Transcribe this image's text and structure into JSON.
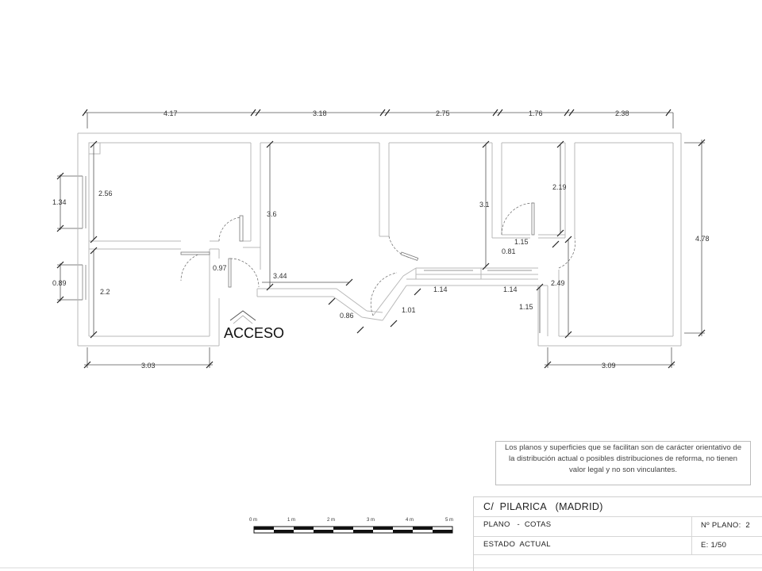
{
  "plan": {
    "dims": {
      "top_1": "4.17",
      "top_2": "3.18",
      "top_3": "2.75",
      "top_4": "1.76",
      "top_5": "2.38",
      "right_height": "4.78",
      "left_upper": "1.34",
      "left_lower": "0.89",
      "bottom_left": "3.03",
      "bottom_right": "3.09",
      "room1_h": "2.56",
      "room2_h": "2.2",
      "door_097": "0.97",
      "room_center_h": "3.6",
      "corridor_w": "3.44",
      "door_086": "0.86",
      "door_101": "1.01",
      "room_3_h": "3.1",
      "corr_114a": "1.14",
      "corr_114b": "1.14",
      "room_4_h": "2.19",
      "door_115a": "1.15",
      "door_081": "0.81",
      "room_5_h": "2.49",
      "door_115b": "1.15"
    },
    "acceso_label": "ACCESO"
  },
  "scale_bar": {
    "labels": [
      "0 m",
      "1 m",
      "2 m",
      "3 m",
      "4 m",
      "5 m"
    ]
  },
  "disclaimer": "Los planos y superficies que se facilitan son de carácter orientativo de la distribución actual o posibles distribuciones de reforma, no tienen valor legal y no son vinculantes.",
  "title_block": {
    "address": "C/  PILARICA   (MADRID)",
    "sheet_type": "PLANO   -  COTAS",
    "plan_number": "Nº PLANO:  2",
    "status": "ESTADO  ACTUAL",
    "scale": "E: 1/50"
  }
}
